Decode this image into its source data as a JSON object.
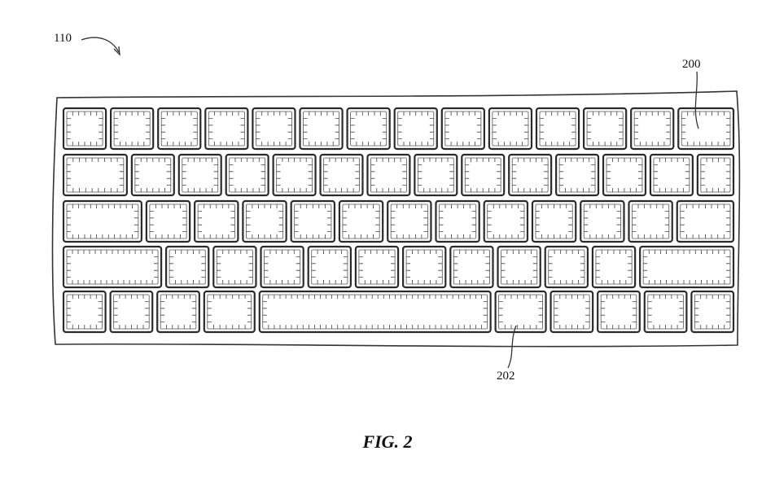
{
  "figure": {
    "caption": "FIG. 2",
    "reference_labels": {
      "device": "110",
      "key_cap": "200",
      "space_key": "202"
    }
  },
  "keyboard": {
    "rows": [
      [
        1,
        1,
        1,
        1,
        1,
        1,
        1,
        1,
        1,
        1,
        1,
        1,
        1,
        1.3
      ],
      [
        1.5,
        1,
        1,
        1,
        1,
        1,
        1,
        1,
        1,
        1,
        1,
        1,
        1,
        0.85
      ],
      [
        1.8,
        1,
        1,
        1,
        1,
        1,
        1,
        1,
        1,
        1,
        1,
        1,
        1.3
      ],
      [
        2.3,
        1,
        1,
        1,
        1,
        1,
        1,
        1,
        1,
        1,
        1,
        2.2
      ],
      [
        1,
        1,
        1,
        1.2,
        5.5,
        1.2,
        1,
        1,
        1,
        1
      ]
    ]
  }
}
